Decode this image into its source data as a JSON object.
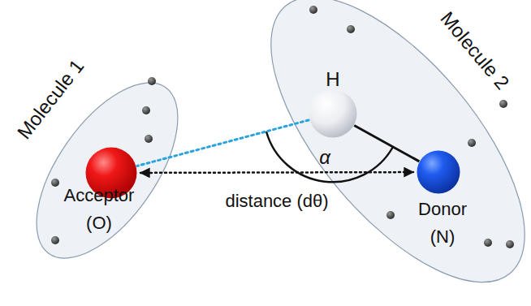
{
  "diagram": {
    "nodes": [
      {
        "text": [
          "Molecule 1"
        ]
      },
      {
        "text": [
          "Acceptor (O)"
        ],
        "in": 0
      },
      {
        "text": [
          "Molecule 2"
        ]
      },
      {
        "text": [
          "H"
        ],
        "in": 2
      },
      {
        "text": [
          "Donor (N)"
        ],
        "in": 2
      }
    ],
    "edges": [
      {
        "from": 3,
        "to": 4,
        "arrow": "none"
      },
      {
        "from": 3,
        "to": 1,
        "arrow": "none"
      },
      {
        "from": 1,
        "to": 4,
        "arrow": "both",
        "label": "distance (dθ)"
      }
    ],
    "labels": [
      "α"
    ]
  }
}
